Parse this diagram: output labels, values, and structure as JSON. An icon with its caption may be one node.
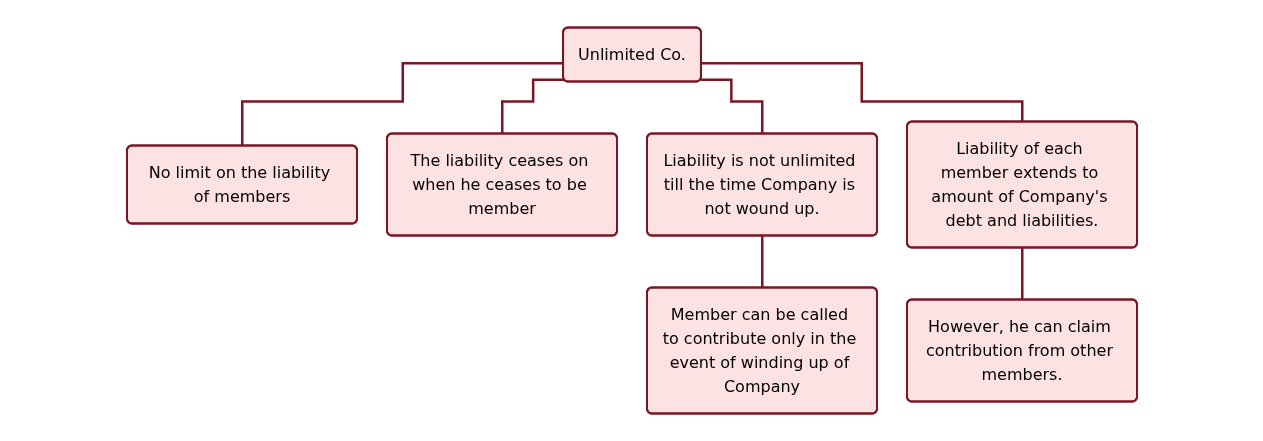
{
  "diagram": {
    "nodes": [
      {
        "text": [
          "Unlimited Co."
        ]
      },
      {
        "text": [
          "No limit on the liability of members"
        ]
      },
      {
        "text": [
          "The liability ceases on when he ceases to be member"
        ]
      },
      {
        "text": [
          "Liability is not unlimited till the time Company is not wound up."
        ]
      },
      {
        "text": [
          "Liability of each member extends to amount of Company's debt and liabilities."
        ]
      },
      {
        "text": [
          "Member can be called to contribute only in the event of winding up of Company"
        ]
      },
      {
        "text": [
          "However, he can claim contribution from other members."
        ]
      }
    ],
    "edges": [
      {
        "from": 0,
        "to": 1,
        "arrow": "none"
      },
      {
        "from": 0,
        "to": 2,
        "arrow": "none"
      },
      {
        "from": 0,
        "to": 3,
        "arrow": "none"
      },
      {
        "from": 0,
        "to": 4,
        "arrow": "none"
      },
      {
        "from": 3,
        "to": 5,
        "arrow": "none"
      },
      {
        "from": 4,
        "to": 6,
        "arrow": "none"
      }
    ]
  }
}
